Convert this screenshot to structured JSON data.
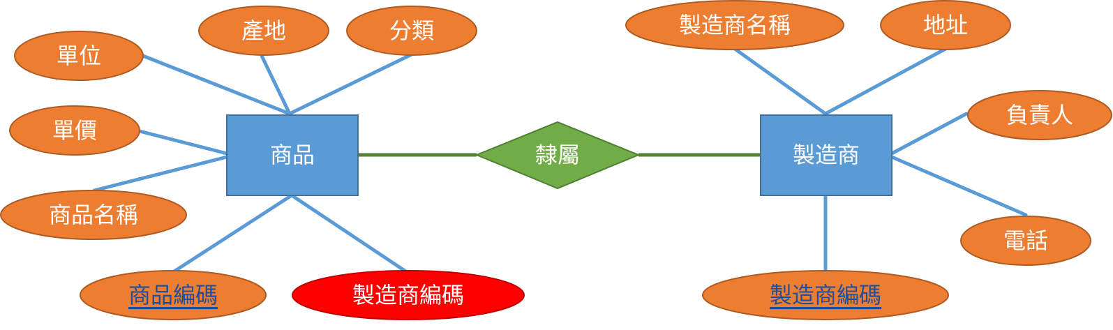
{
  "colors": {
    "entity_fill": "#5b9bd5",
    "entity_stroke": "#41719c",
    "attribute_fill": "#ed7d31",
    "attribute_stroke": "#ae5a21",
    "foreign_key_fill": "#ff0000",
    "foreign_key_stroke": "#c00000",
    "relationship_fill": "#70ad47",
    "relationship_stroke": "#507e32",
    "key_text": "#1f4e9c",
    "line": "#5b9bd5"
  },
  "entities": {
    "product": "商品",
    "manufacturer": "製造商"
  },
  "relationship": {
    "label": "隸屬"
  },
  "product_attributes": {
    "unit": "單位",
    "origin": "產地",
    "category": "分類",
    "unit_price": "單價",
    "product_name": "商品名稱",
    "product_id": "商品編碼",
    "manufacturer_id_fk": "製造商編碼"
  },
  "manufacturer_attributes": {
    "manufacturer_name": "製造商名稱",
    "address": "地址",
    "person_in_charge": "負責人",
    "phone": "電話",
    "manufacturer_id": "製造商編碼"
  }
}
